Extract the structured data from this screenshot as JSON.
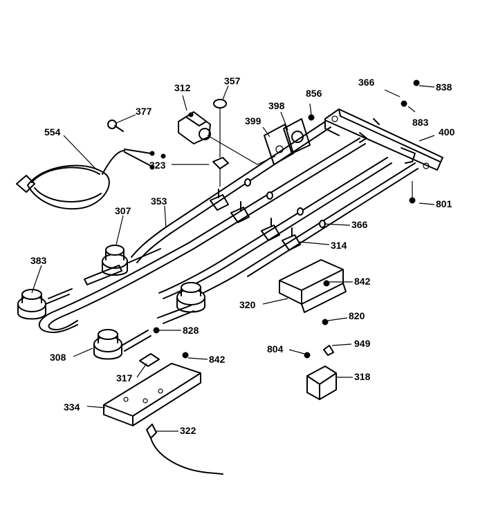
{
  "callouts": {
    "c312": "312",
    "c357": "357",
    "c377": "377",
    "c554": "554",
    "c323": "323",
    "c366a": "366",
    "c838": "838",
    "c856": "856",
    "c398": "398",
    "c399": "399",
    "c883": "883",
    "c400": "400",
    "c801": "801",
    "c353": "353",
    "c307": "307",
    "c383": "383",
    "c366b": "366",
    "c314": "314",
    "c842a": "842",
    "c320": "320",
    "c820": "820",
    "c828": "828",
    "c308": "308",
    "c842b": "842",
    "c317": "317",
    "c804": "804",
    "c949": "949",
    "c318": "318",
    "c334": "334",
    "c322": "322"
  }
}
